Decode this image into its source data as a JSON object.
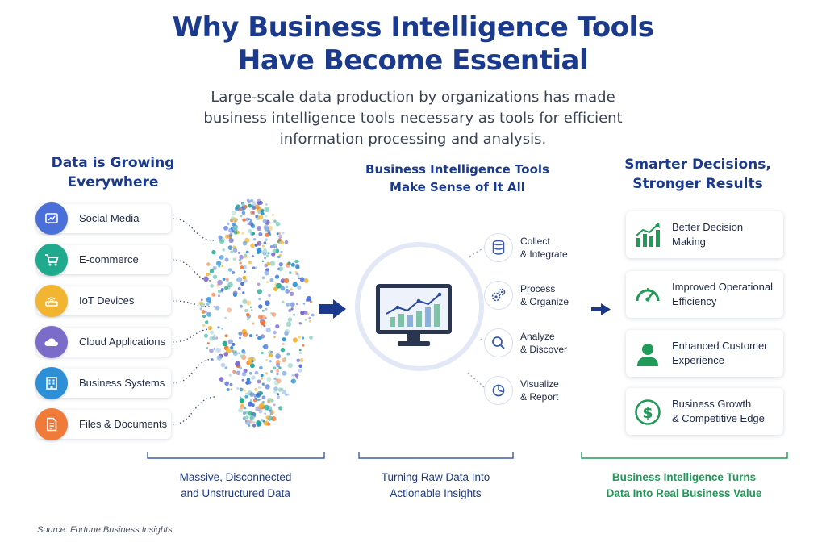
{
  "title": {
    "line1": "Why Business Intelligence Tools",
    "line2": "Have Become Essential"
  },
  "subtitle": {
    "line1": "Large-scale data production by organizations has made",
    "line2": "business intelligence tools necessary as tools for efficient",
    "line3": "information processing and analysis."
  },
  "left": {
    "heading": {
      "line1": "Data is Growing",
      "line2": "Everywhere"
    },
    "sources": [
      {
        "label": "Social Media",
        "icon": "social-media-icon",
        "color": "#4a6fd8"
      },
      {
        "label": "E-commerce",
        "icon": "shopping-cart-icon",
        "color": "#1faa8e"
      },
      {
        "label": "IoT Devices",
        "icon": "router-icon",
        "color": "#f2b531"
      },
      {
        "label": "Cloud Applications",
        "icon": "cloud-icon",
        "color": "#7b6cc9"
      },
      {
        "label": "Business Systems",
        "icon": "building-icon",
        "color": "#2d8fd5"
      },
      {
        "label": "Files & Documents",
        "icon": "document-icon",
        "color": "#f07a37"
      }
    ],
    "caption": {
      "line1": "Massive, Disconnected",
      "line2": "and Unstructured Data"
    }
  },
  "middle": {
    "heading": {
      "line1": "Business Intelligence Tools",
      "line2": "Make Sense of It All"
    },
    "monitor_icon": "monitor-chart-icon",
    "steps": [
      {
        "line1": "Collect",
        "line2": "& Integrate",
        "icon": "database-icon"
      },
      {
        "line1": "Process",
        "line2": "& Organize",
        "icon": "gears-icon"
      },
      {
        "line1": "Analyze",
        "line2": "& Discover",
        "icon": "magnifier-icon"
      },
      {
        "line1": "Visualize",
        "line2": "& Report",
        "icon": "pie-chart-icon"
      }
    ],
    "caption": {
      "line1": "Turning Raw Data Into",
      "line2": "Actionable Insights"
    }
  },
  "right": {
    "heading": {
      "line1": "Smarter Decisions,",
      "line2": "Stronger Results"
    },
    "results": [
      {
        "line1": "Better Decision",
        "line2": "Making",
        "icon": "bar-chart-up-icon"
      },
      {
        "line1": "Improved Operational",
        "line2": "Efficiency",
        "icon": "gauge-icon"
      },
      {
        "line1": "Enhanced Customer",
        "line2": "Experience",
        "icon": "person-icon"
      },
      {
        "line1": "Business Growth",
        "line2": "& Competitive Edge",
        "icon": "dollar-icon"
      }
    ],
    "caption": {
      "line1": "Business Intelligence Turns",
      "line2": "Data Into Real Business Value"
    }
  },
  "source_note": "Source: Fortune Business Insights",
  "colors": {
    "navy": "#1b3a8c",
    "green": "#1f9a58",
    "accent_blue": "#4a6fd8"
  }
}
